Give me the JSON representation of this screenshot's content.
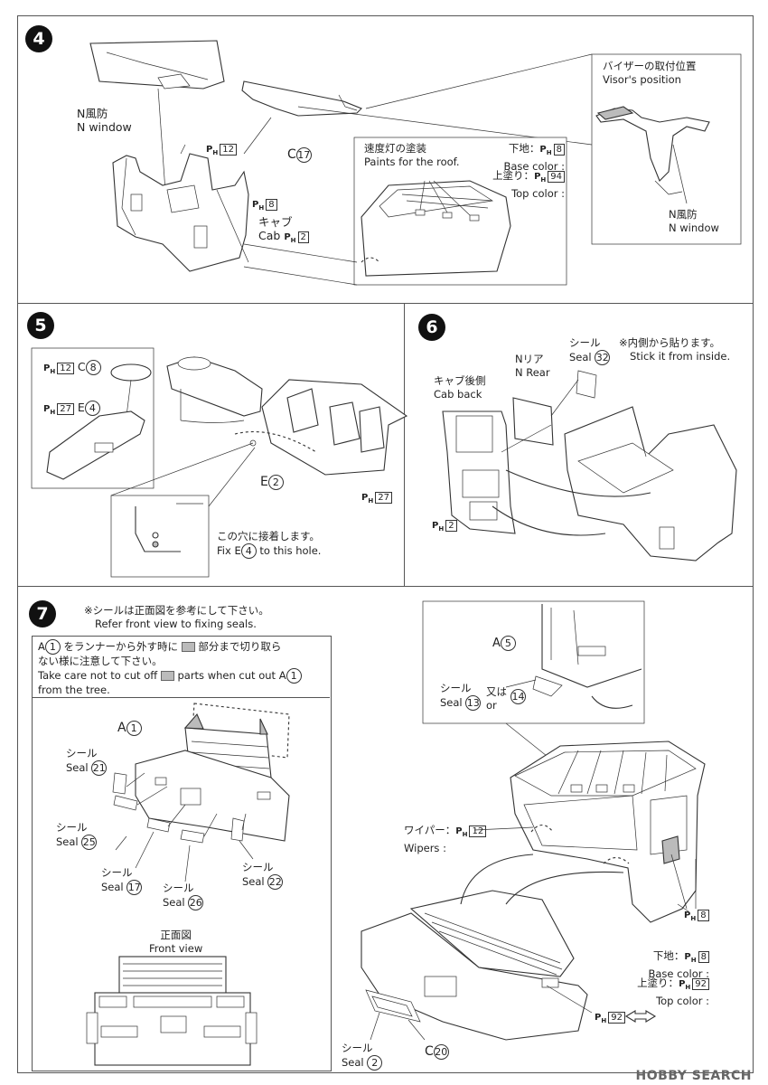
{
  "steps": {
    "s4": "4",
    "s5": "5",
    "s6": "6",
    "s7": "7"
  },
  "step4": {
    "n_window_jp": "N風防",
    "n_window_en": "N window",
    "ph12": "12",
    "ph8": "8",
    "c17_letter": "C",
    "c17_num": "17",
    "cab_jp": "キャブ",
    "cab_en": "Cab",
    "ph2": "2",
    "roof_title_jp": "速度灯の塗装",
    "roof_title_en": "Paints for the roof.",
    "base_jp": "下地：",
    "base_en": "Base color :",
    "base_ph": "8",
    "top_jp": "上塗り：",
    "top_en": "Top color :",
    "top_ph": "94",
    "visor_jp": "バイザーの取付位置",
    "visor_en": "Visor's position",
    "visor_window_jp": "N風防",
    "visor_window_en": "N window"
  },
  "step5": {
    "ph12": "12",
    "c8_letter": "C",
    "c8_num": "8",
    "ph27a": "27",
    "e4_letter": "E",
    "e4_num": "4",
    "e2_letter": "E",
    "e2_num": "2",
    "ph27b": "27",
    "fix_jp": "この穴に接着します。",
    "fix_en_a": "Fix",
    "fix_en_letter": "E",
    "fix_en_num": "4",
    "fix_en_b": "to this hole."
  },
  "step6": {
    "seal_jp": "シール",
    "seal_en": "Seal",
    "seal_num": "32",
    "inside_jp": "※内側から貼ります。",
    "inside_en": "Stick it from inside.",
    "nrear_jp": "Nリア",
    "nrear_en": "N Rear",
    "cabback_jp": "キャブ後側",
    "cabback_en": "Cab back",
    "ph2": "2"
  },
  "step7": {
    "note_jp": "※シールは正面図を参考にして下さい。",
    "note_en": "Refer front view to fixing seals.",
    "warn_jp_1a": "A",
    "warn_jp_1num": "1",
    "warn_jp_1b": "をランナーから外す時に",
    "warn_jp_1c": "部分まで切り取ら",
    "warn_jp_2": "ない様に注意して下さい。",
    "warn_en_1a": "Take care not to cut off",
    "warn_en_1b": "parts when cut out",
    "warn_en_1letter": "A",
    "warn_en_1num": "1",
    "warn_en_2": "from the tree.",
    "a1_letter": "A",
    "a1_num": "1",
    "seal_jp": "シール",
    "seal_en": "Seal",
    "seal21": "21",
    "seal25": "25",
    "seal17": "17",
    "seal26": "26",
    "seal22": "22",
    "front_jp": "正面図",
    "front_en": "Front view",
    "a5_letter": "A",
    "a5_num": "5",
    "seal13": "13",
    "or_jp": "又は",
    "or_en": "or",
    "seal14": "14",
    "wipers_jp": "ワイパー：",
    "wipers_en": "Wipers :",
    "wipers_ph": "12",
    "ph8": "8",
    "base_jp": "下地：",
    "base_en": "Base color :",
    "base_ph": "8",
    "top_jp": "上塗り：",
    "top_en": "Top color :",
    "top_ph": "92",
    "ph92": "92",
    "seal2": "2",
    "c20_letter": "C",
    "c20_num": "20"
  },
  "footer": {
    "logo": "HOBBY SEARCH"
  }
}
